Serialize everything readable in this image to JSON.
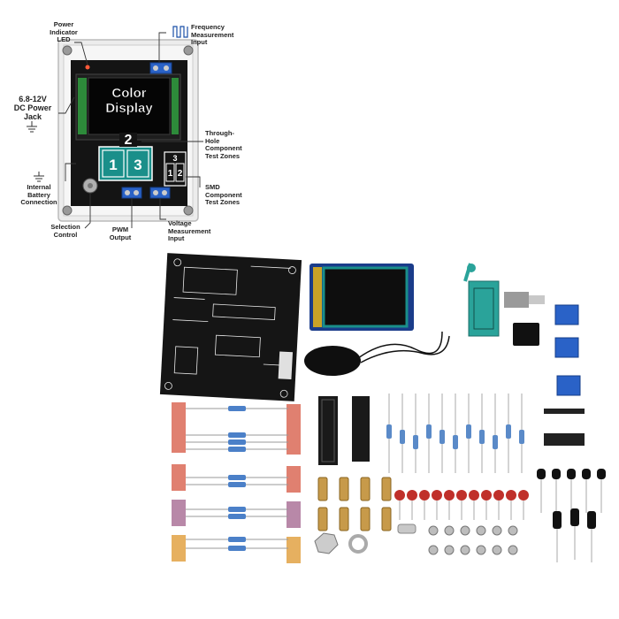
{
  "callouts": {
    "power_led": "Power\nIndicator\nLED",
    "frequency_input": "Frequency\nMeasurement\nInput",
    "dc_power_jack": "6.8-12V\nDC Power\nJack",
    "through_hole": "Through-\nHole\nComponent\nTest Zones",
    "battery": "Internal\nBattery\nConnection",
    "smd": "SMD\nComponent\nTest Zones",
    "selection": "Selection\nControl",
    "pwm": "PWM\nOutput",
    "voltage_input": "Voltage\nMeasurement\nInput"
  },
  "display": {
    "line1": "Color",
    "line2": "Display"
  },
  "zones": {
    "th_a": "1",
    "th_b": "3",
    "th_top": "2",
    "smd_top": "3",
    "smd_a": "1",
    "smd_b": "2"
  },
  "colors": {
    "pcb": "#141414",
    "terminal": "#2a62c7",
    "zif": "#2aa39a",
    "resistor_pad": "#e08070",
    "capacitor": "#c0302a",
    "screen_teal": "#1a8f8a"
  }
}
